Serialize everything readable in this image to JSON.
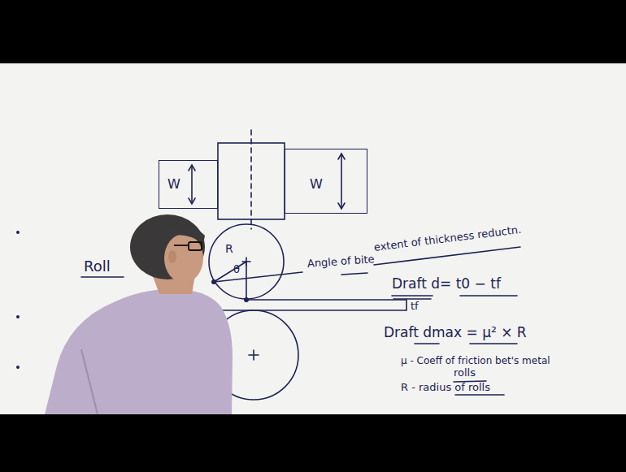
{
  "diagram": {
    "nodes": [
      {
        "text": [
          "W"
        ]
      },
      {
        "text": [
          "W"
        ]
      },
      {
        "text": [
          "R",
          "θ"
        ]
      }
    ],
    "labels": [
      "Roll",
      "Angle of bite",
      "extent of thickness reductn.",
      "tf",
      "Draft d= t0 − tf",
      "Draft dmax = μ² × R",
      "μ - Coeff of friction bet's metal",
      "rolls",
      "R - radius of rolls"
    ]
  }
}
